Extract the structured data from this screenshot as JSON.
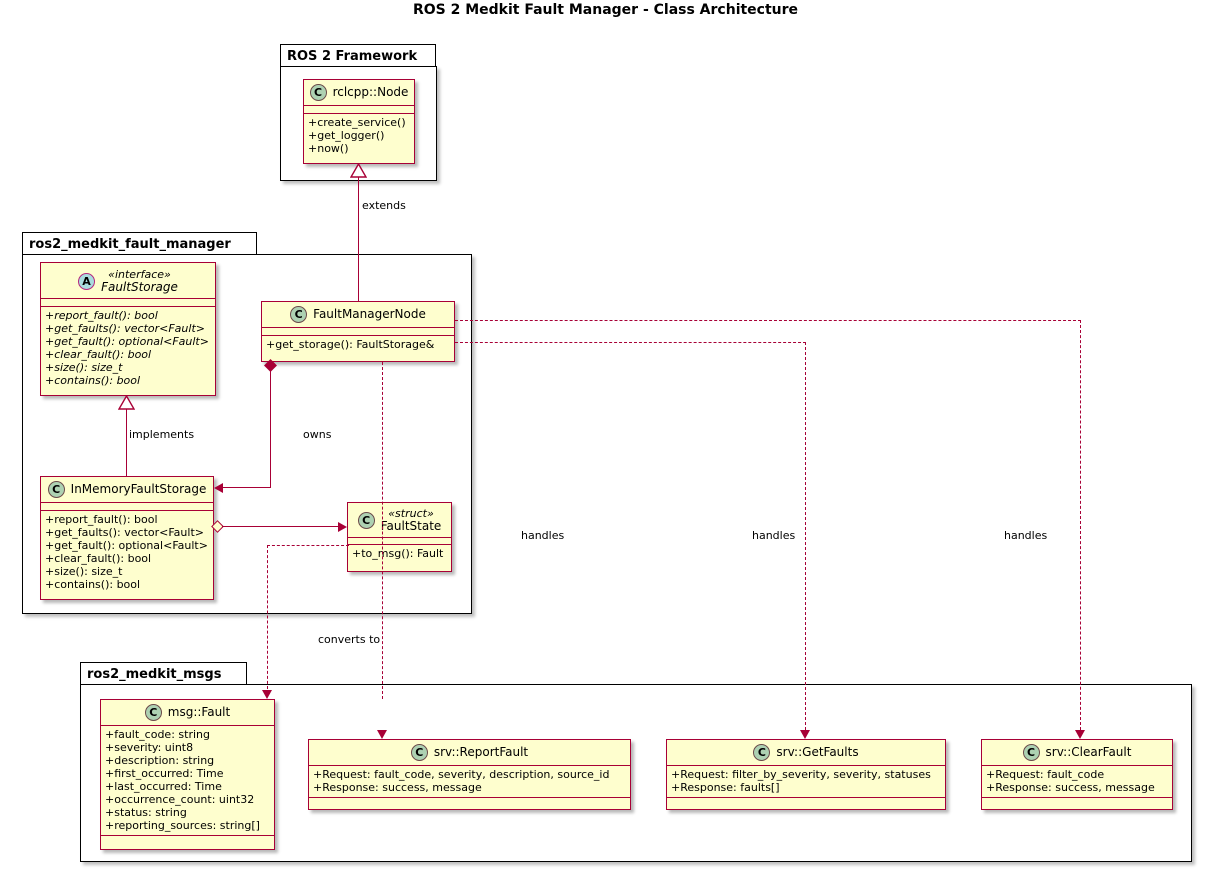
{
  "title": "ROS 2 Medkit Fault Manager - Class Architecture",
  "packages": [
    {
      "name": "ROS 2 Framework"
    },
    {
      "name": "ros2_medkit_fault_manager"
    },
    {
      "name": "ros2_medkit_msgs"
    }
  ],
  "classes": {
    "rclcpp_node": {
      "icon": "class-icon",
      "icon_letter": "C",
      "name": "rclcpp::Node",
      "methods": [
        "+create_service()",
        "+get_logger()",
        "+now()"
      ]
    },
    "fault_storage": {
      "icon": "abstract-icon",
      "icon_letter": "A",
      "stereotype": "«interface»",
      "name": "FaultStorage",
      "methods": [
        "+report_fault(): bool",
        "+get_faults(): vector<Fault>",
        "+get_fault(): optional<Fault>",
        "+clear_fault(): bool",
        "+size(): size_t",
        "+contains(): bool"
      ]
    },
    "fault_manager_node": {
      "icon": "class-icon",
      "icon_letter": "C",
      "name": "FaultManagerNode",
      "methods": [
        "+get_storage(): FaultStorage&"
      ]
    },
    "in_memory_fault_storage": {
      "icon": "class-icon",
      "icon_letter": "C",
      "name": "InMemoryFaultStorage",
      "methods": [
        "+report_fault(): bool",
        "+get_faults(): vector<Fault>",
        "+get_fault(): optional<Fault>",
        "+clear_fault(): bool",
        "+size(): size_t",
        "+contains(): bool"
      ]
    },
    "fault_state": {
      "icon": "class-icon",
      "icon_letter": "C",
      "stereotype": "«struct»",
      "name": "FaultState",
      "methods": [
        "+to_msg(): Fault"
      ]
    },
    "msg_fault": {
      "icon": "class-icon",
      "icon_letter": "C",
      "name": "msg::Fault",
      "attributes": [
        "+fault_code: string",
        "+severity: uint8",
        "+description: string",
        "+first_occurred: Time",
        "+last_occurred: Time",
        "+occurrence_count: uint32",
        "+status: string",
        "+reporting_sources: string[]"
      ]
    },
    "srv_report_fault": {
      "icon": "class-icon",
      "icon_letter": "C",
      "name": "srv::ReportFault",
      "attributes": [
        "+Request: fault_code, severity, description, source_id",
        "+Response: success, message"
      ]
    },
    "srv_get_faults": {
      "icon": "class-icon",
      "icon_letter": "C",
      "name": "srv::GetFaults",
      "attributes": [
        "+Request: filter_by_severity, severity, statuses",
        "+Response: faults[]"
      ]
    },
    "srv_clear_fault": {
      "icon": "class-icon",
      "icon_letter": "C",
      "name": "srv::ClearFault",
      "attributes": [
        "+Request: fault_code",
        "+Response: success, message"
      ]
    }
  },
  "relationships": [
    {
      "id": "extends",
      "label": "extends",
      "from": "FaultManagerNode",
      "to": "rclcpp::Node",
      "kind": "generalization"
    },
    {
      "id": "implements",
      "label": "implements",
      "from": "InMemoryFaultStorage",
      "to": "FaultStorage",
      "kind": "realization"
    },
    {
      "id": "owns",
      "label": "owns",
      "from": "FaultManagerNode",
      "to": "InMemoryFaultStorage",
      "kind": "composition"
    },
    {
      "id": "aggregates",
      "label": "",
      "from": "InMemoryFaultStorage",
      "to": "FaultState",
      "kind": "aggregation"
    },
    {
      "id": "converts-to",
      "label": "converts to",
      "from": "FaultState",
      "to": "msg::Fault",
      "kind": "dependency"
    },
    {
      "id": "handles-1",
      "label": "handles",
      "from": "FaultManagerNode",
      "to": "srv::ReportFault",
      "kind": "dependency"
    },
    {
      "id": "handles-2",
      "label": "handles",
      "from": "FaultManagerNode",
      "to": "srv::GetFaults",
      "kind": "dependency"
    },
    {
      "id": "handles-3",
      "label": "handles",
      "from": "FaultManagerNode",
      "to": "srv::ClearFault",
      "kind": "dependency"
    }
  ],
  "colors": {
    "class_fill": "#FEFECE",
    "class_border": "#A80036",
    "class_icon": "#ADD1B2",
    "abstract_icon": "#A9DCDF",
    "line": "#A80036",
    "package_border": "#000000",
    "background": "#FFFFFF"
  }
}
